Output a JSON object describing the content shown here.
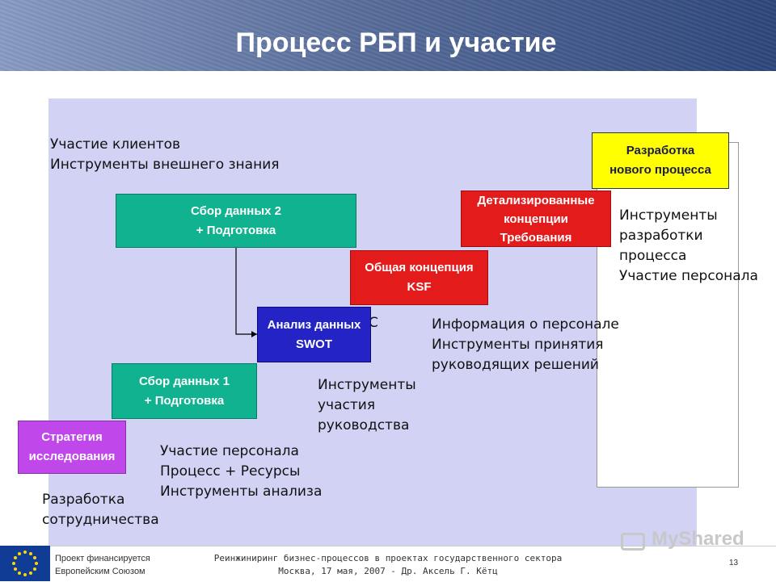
{
  "title": "Процесс РБП и участие",
  "boxes": {
    "data_collection_2": [
      "Сбор данных 2",
      "+ Подготовка"
    ],
    "data_analysis": [
      "Анализ данных",
      "SWOT"
    ],
    "data_collection_1": [
      "Сбор данных 1",
      "+ Подготовка"
    ],
    "research_strategy": [
      "Стратегия",
      "исследования"
    ],
    "general_concept": [
      "Общая концепция",
      "KSF"
    ],
    "detailed_concepts": [
      "Детализированные",
      "концепции",
      "Требования"
    ],
    "new_process": [
      "Разработка",
      "нового процесса"
    ]
  },
  "labels": {
    "client_participation": [
      "Участие клиентов",
      "Инструменты внешнего знания"
    ],
    "cooperation": [
      "Разработка",
      "сотрудничества"
    ],
    "staff_participation": [
      "Участие персонала",
      "Процесс + Ресурсы",
      "Инструменты анализа"
    ],
    "management_tools": [
      "Инструменты",
      "участия",
      "руководства"
    ],
    "staff_info": [
      "Информация о персонале",
      "Инструменты принятия",
      "руководящих решений"
    ],
    "process_tools": [
      "Инструменты",
      "разработки",
      "процесса",
      "Участие персонала"
    ],
    "stray_c": "С"
  },
  "footer": {
    "funded_by": [
      "Проект финансируется",
      "Европейским Союзом"
    ],
    "event": [
      "Реинжиниринг бизнес-процессов в проектах государственного сектора",
      "Москва, 17 мая, 2007 - Др. Аксель Г. Кётц"
    ],
    "page_number": "13",
    "watermark": "MyShared"
  },
  "colors": {
    "green": "#11b290",
    "red": "#e31b1b",
    "blue": "#2323c6",
    "purple": "#c048ea",
    "yellow": "#ffff00",
    "panel": "#d2d2f5"
  },
  "icons": [
    "eu-flag-icon",
    "myshared-logo-icon"
  ]
}
